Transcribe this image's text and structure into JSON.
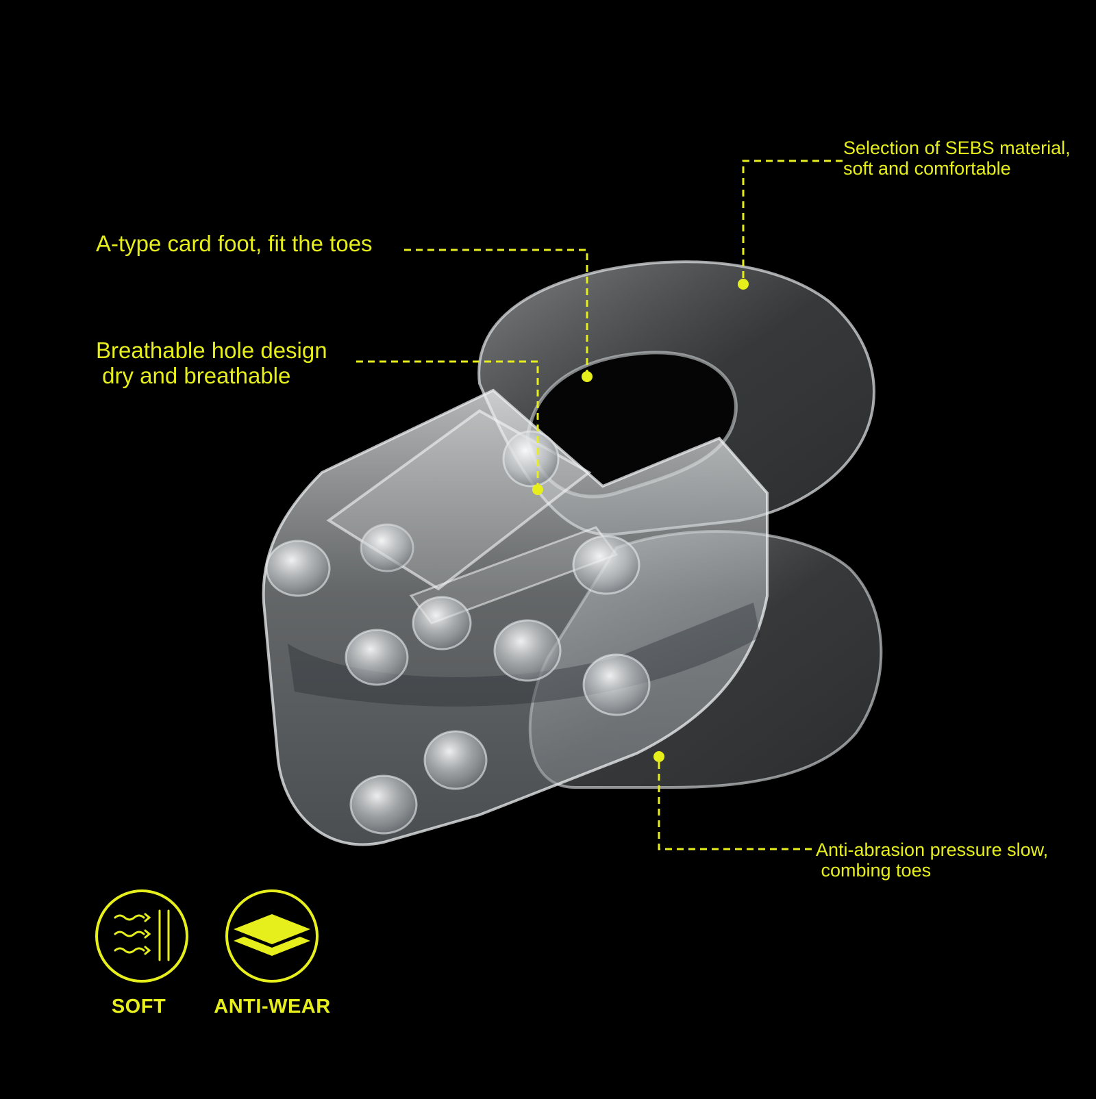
{
  "colors": {
    "background": "#000000",
    "accent": "#e6ee1c",
    "product": "#d9dde0"
  },
  "callouts": {
    "a_type": {
      "lines": [
        "A-type card foot, fit the toes"
      ]
    },
    "breathable": {
      "lines": [
        "Breathable hole design",
        " dry and breathable"
      ]
    },
    "sebs": {
      "lines": [
        "Selection of SEBS material,",
        "soft and comfortable"
      ]
    },
    "anti_abrasion": {
      "lines": [
        "Anti-abrasion pressure slow,",
        " combing toes"
      ]
    }
  },
  "badges": {
    "soft": {
      "label": "SOFT",
      "icon": "soft-waves-icon"
    },
    "anti_wear": {
      "label": "ANTI-WEAR",
      "icon": "layers-icon"
    }
  }
}
